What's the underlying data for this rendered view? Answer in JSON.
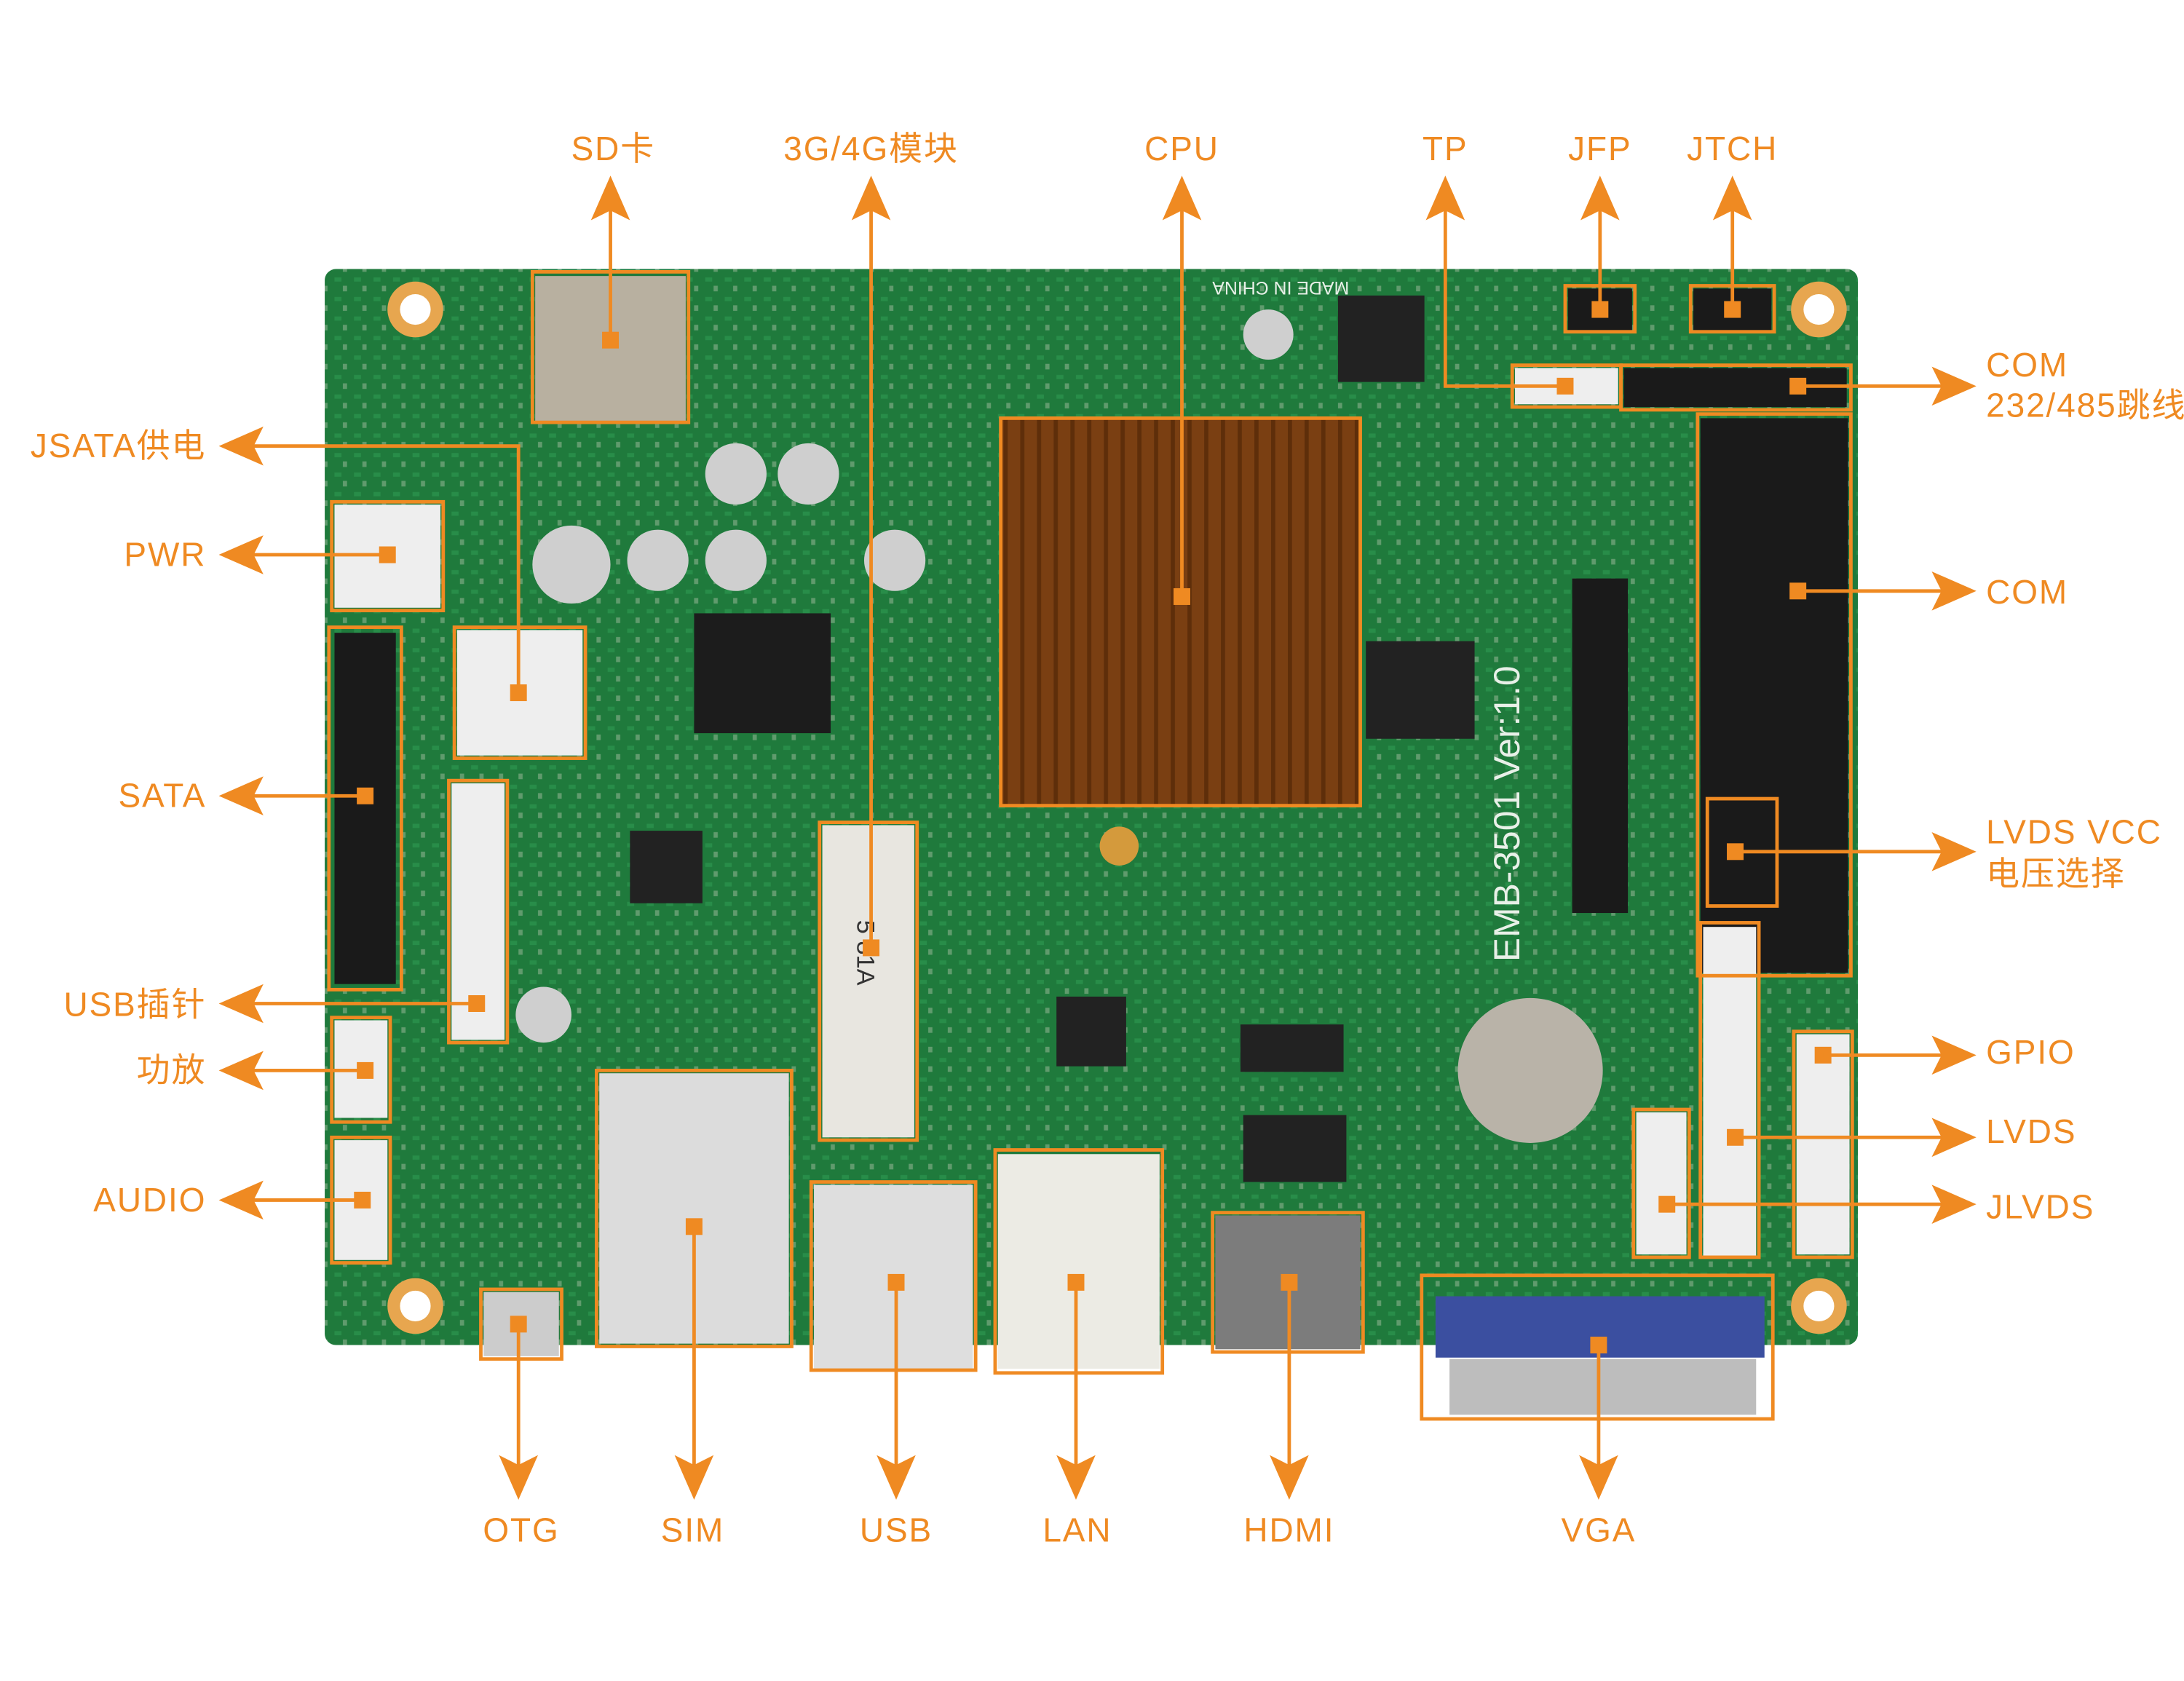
{
  "colors": {
    "accent": "#ef8a22",
    "board": "#1f7a3c",
    "heatsink": "#7a3f12"
  },
  "top_labels": [
    "SD卡",
    "3G/4G模块",
    "CPU",
    "TP",
    "JFP",
    "JTCH"
  ],
  "left_labels": [
    "JSATA供电",
    "PWR",
    "SATA",
    "USB插针",
    "功放",
    "AUDIO"
  ],
  "right_labels": {
    "com_jumper_1": "COM",
    "com_jumper_2": "232/485跳线",
    "com": "COM",
    "lvds_vcc_1": "LVDS VCC",
    "lvds_vcc_2": "电压选择",
    "gpio": "GPIO",
    "lvds": "LVDS",
    "jlvds": "JLVDS"
  },
  "bottom_labels": [
    "OTG",
    "SIM",
    "USB",
    "LAN",
    "HDMI",
    "VGA"
  ],
  "board": {
    "silk_model": "EMB-3501 Ver:1.0",
    "silk_made": "MADE IN CHINA",
    "module_mark": "5 81A"
  }
}
